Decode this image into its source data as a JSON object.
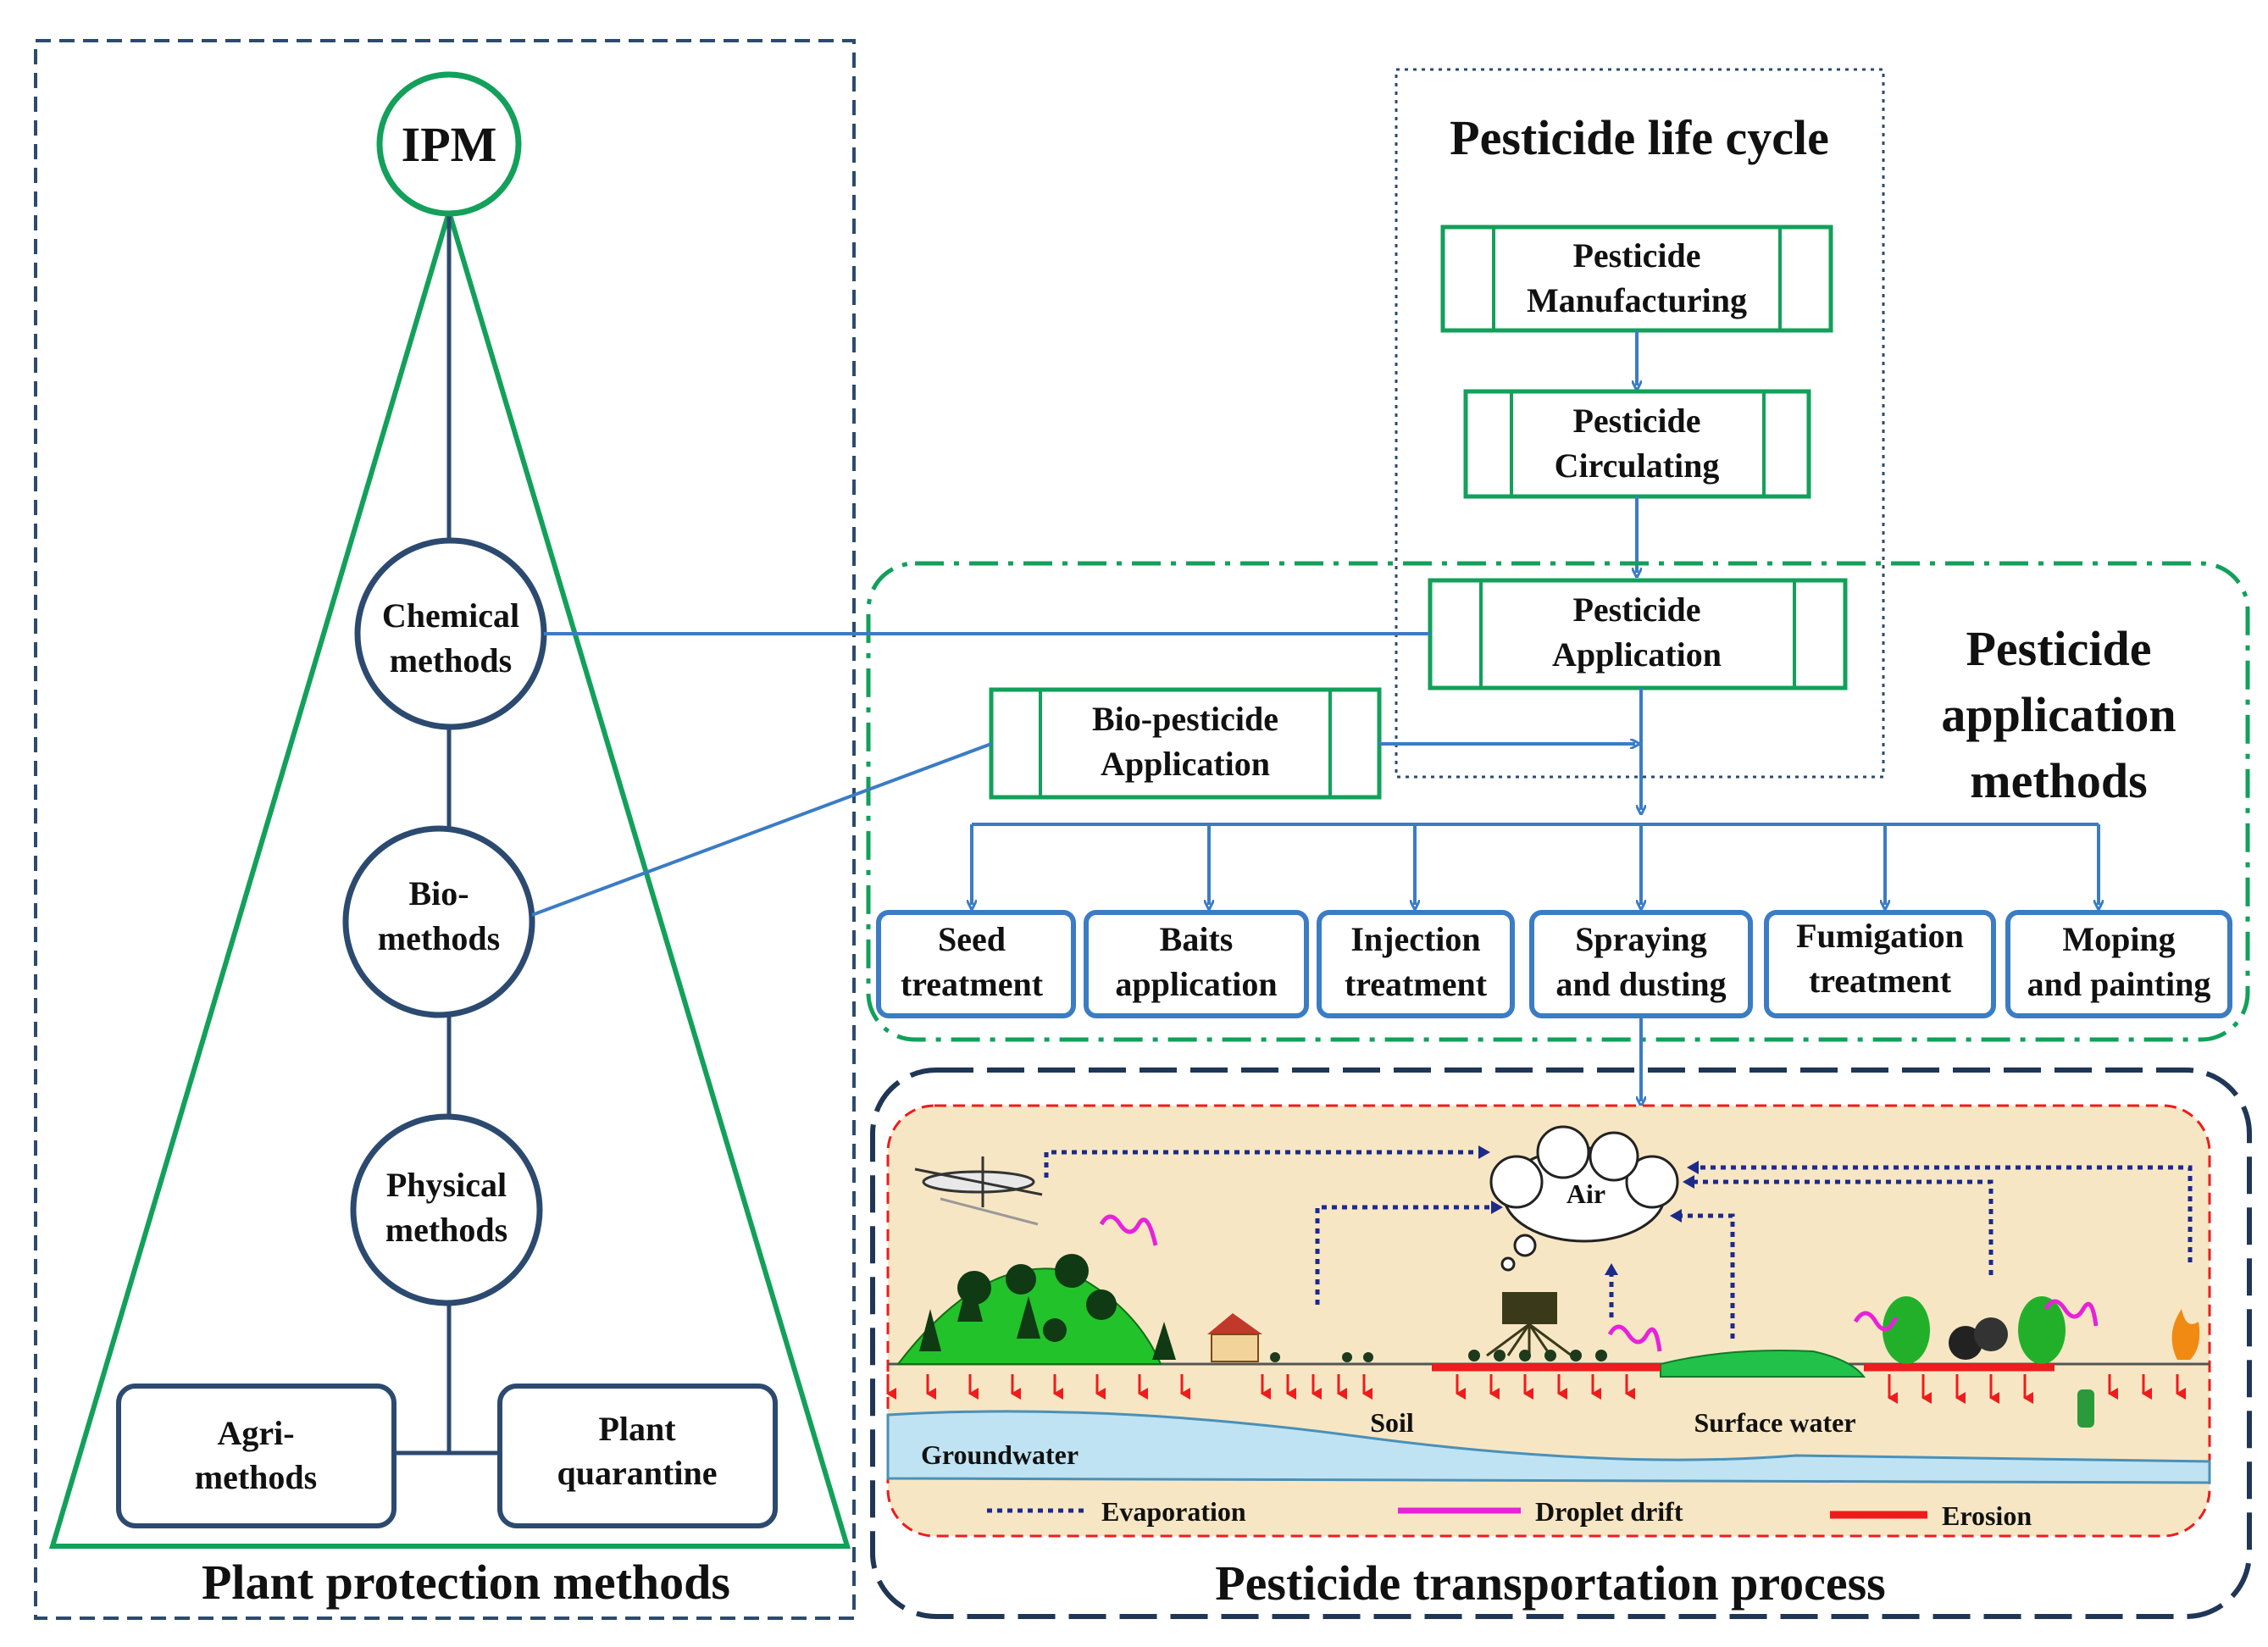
{
  "left_panel": {
    "title": "Plant protection methods",
    "apex": "IPM",
    "circles": [
      {
        "line1": "Chemical",
        "line2": "methods"
      },
      {
        "line1": "Bio-",
        "line2": "methods"
      },
      {
        "line1": "Physical",
        "line2": "methods"
      }
    ],
    "bottom_boxes": [
      {
        "line1": "Agri-",
        "line2": "methods"
      },
      {
        "line1": "Plant",
        "line2": "quarantine"
      }
    ]
  },
  "life_cycle": {
    "title": "Pesticide life cycle",
    "steps": [
      {
        "line1": "Pesticide",
        "line2": "Manufacturing"
      },
      {
        "line1": "Pesticide",
        "line2": "Circulating"
      },
      {
        "line1": "Pesticide",
        "line2": "Application"
      }
    ]
  },
  "application": {
    "title_lines": [
      "Pesticide",
      "application",
      "methods"
    ],
    "bio": {
      "line1": "Bio-pesticide",
      "line2": "Application"
    },
    "methods": [
      {
        "line1": "Seed",
        "line2": "treatment"
      },
      {
        "line1": "Baits",
        "line2": "application"
      },
      {
        "line1": "Injection",
        "line2": "treatment"
      },
      {
        "line1": "Spraying",
        "line2": "and dusting"
      },
      {
        "line1": "Fumigation",
        "line2": "treatment"
      },
      {
        "line1": "Moping",
        "line2": "and painting"
      }
    ]
  },
  "transport": {
    "title": "Pesticide transportation process",
    "air": "Air",
    "soil": "Soil",
    "surface_water": "Surface water",
    "groundwater": "Groundwater",
    "legend": [
      "Evaporation",
      "Droplet drift",
      "Erosion"
    ]
  },
  "colors": {
    "green": "#12a05a",
    "navy": "#2c4a70",
    "blue": "#3b7cc4",
    "evaporation": "#1c2a8a",
    "drift": "#e623d8",
    "erosion": "#ee1c1c",
    "ground": "#f7e6c4"
  }
}
